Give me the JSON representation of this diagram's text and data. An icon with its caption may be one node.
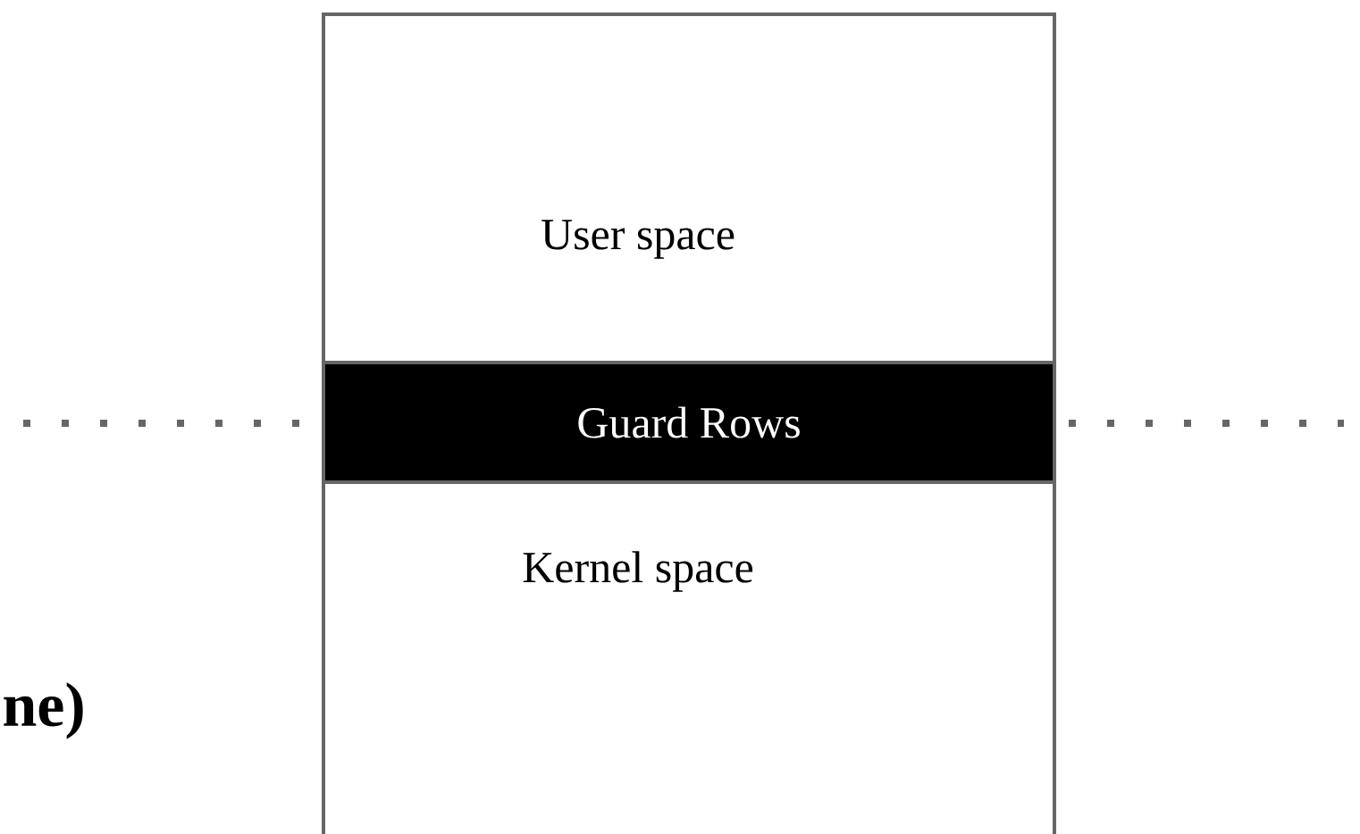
{
  "diagram": {
    "nodes": [
      {
        "text": [
          "User space"
        ]
      },
      {
        "text": [
          "Guard Rows"
        ]
      },
      {
        "text": [
          "Kernel space"
        ]
      }
    ],
    "labels": [
      "ne)"
    ]
  }
}
